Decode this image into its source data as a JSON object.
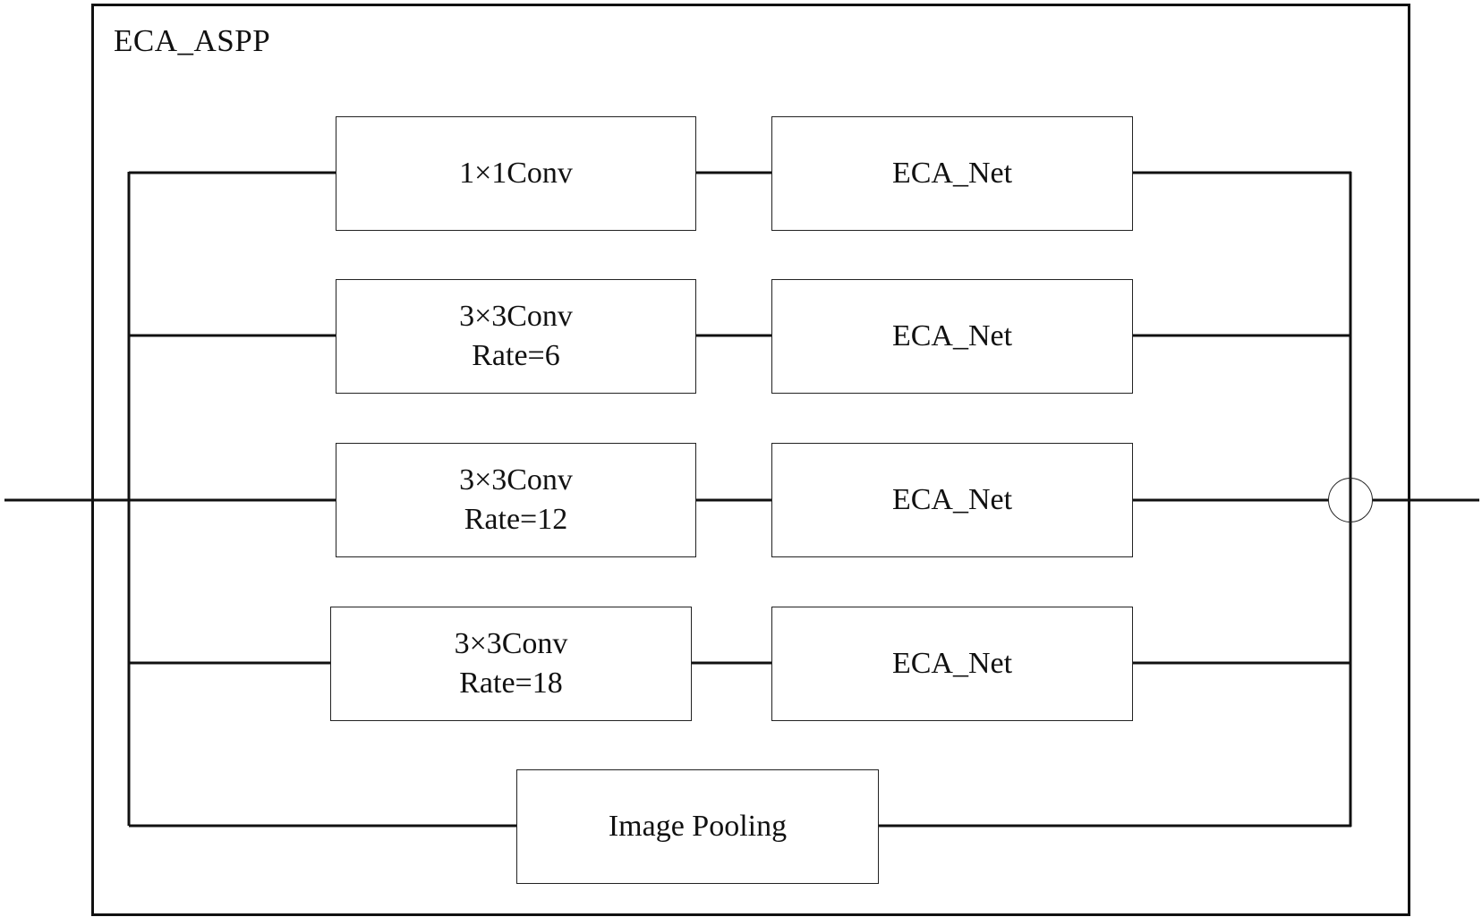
{
  "module": {
    "title": "ECA_ASPP"
  },
  "branches": [
    {
      "conv_line1": "1×1Conv",
      "conv_line2": "",
      "attention": "ECA_Net"
    },
    {
      "conv_line1": "3×3Conv",
      "conv_line2": "Rate=6",
      "attention": "ECA_Net"
    },
    {
      "conv_line1": "3×3Conv",
      "conv_line2": "Rate=12",
      "attention": "ECA_Net"
    },
    {
      "conv_line1": "3×3Conv",
      "conv_line2": "Rate=18",
      "attention": "ECA_Net"
    }
  ],
  "pooling": {
    "label": "Image Pooling"
  }
}
